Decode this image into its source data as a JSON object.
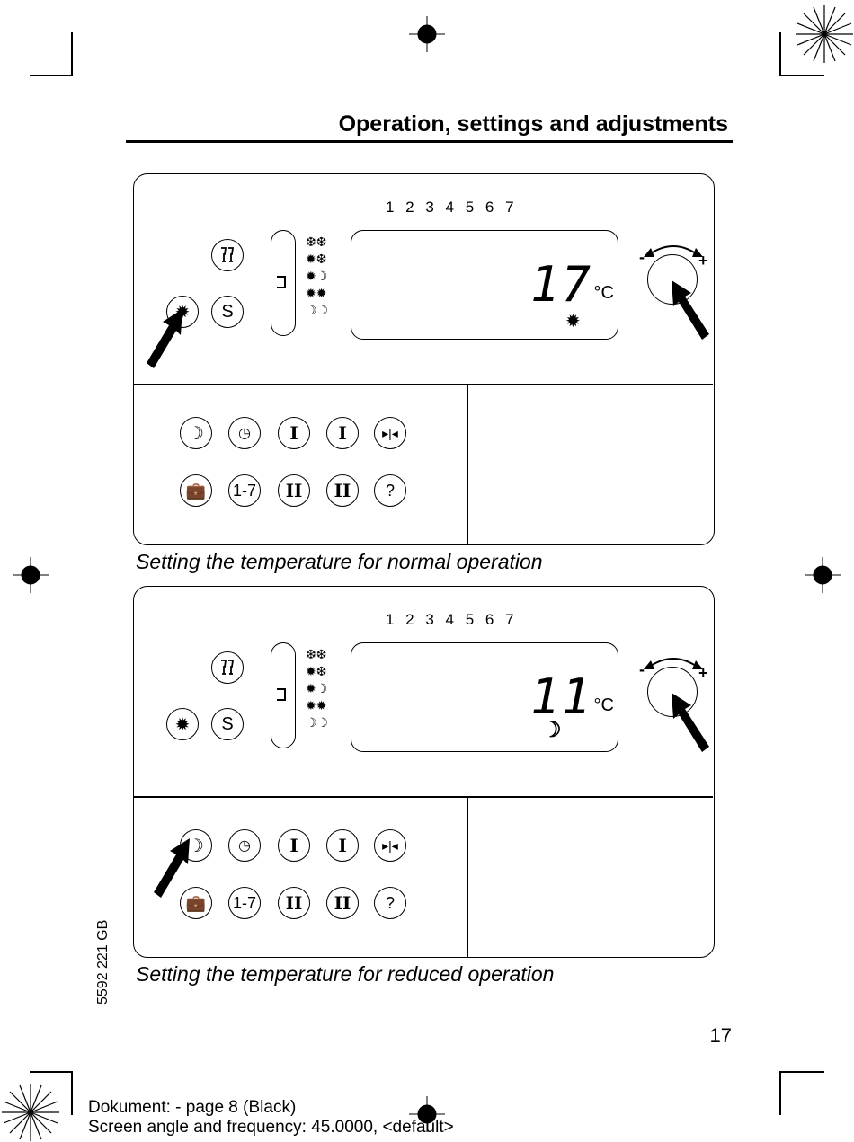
{
  "page": {
    "title": "Operation, settings and adjustments",
    "page_number": "17",
    "side_code": "5592 221 GB",
    "footer_line1": "Dokument: - page 8 (Black)",
    "footer_line2": "Screen angle and frequency: 45.0000, <default>"
  },
  "panel_top": {
    "days": "1 2 3 4 5 6 7",
    "temp": "17",
    "unit": "°C",
    "mode_indicator": "sun-icon",
    "caption": "Setting the temperature for normal operation",
    "button_s": "S",
    "buttons_row2": [
      "1-7",
      "?"
    ]
  },
  "panel_bottom": {
    "days": "1 2 3 4 5 6 7",
    "temp": "11",
    "unit": "°C",
    "mode_indicator": "moon-icon",
    "caption": "Setting the temperature for reduced operation",
    "button_s": "S",
    "buttons_row2": [
      "1-7",
      "?"
    ]
  },
  "knob": {
    "minus": "-",
    "plus": "+"
  }
}
